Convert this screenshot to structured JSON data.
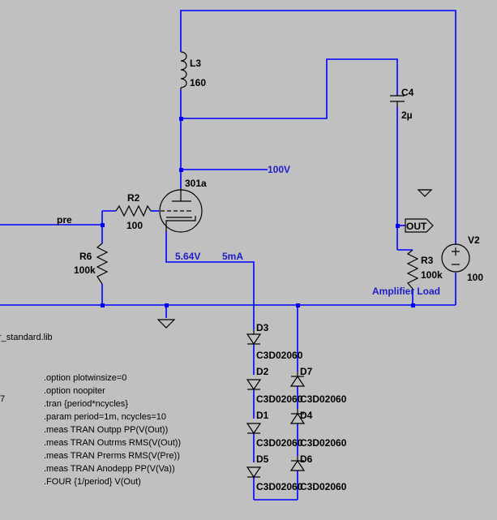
{
  "components": {
    "L3": {
      "ref": "L3",
      "value": "160"
    },
    "C4": {
      "ref": "C4",
      "value": "2µ"
    },
    "tube": {
      "ref": "301a"
    },
    "R2": {
      "ref": "R2",
      "value": "100"
    },
    "R6": {
      "ref": "R6",
      "value": "100k"
    },
    "R3": {
      "ref": "R3",
      "value": "100k"
    },
    "V2": {
      "ref": "V2",
      "value": "100"
    },
    "D3": {
      "ref": "D3",
      "value": "C3D02060"
    },
    "D2": {
      "ref": "D2",
      "value": "C3D02060"
    },
    "D1": {
      "ref": "D1",
      "value": "C3D02060"
    },
    "D5": {
      "ref": "D5",
      "value": "C3D02060"
    },
    "D7": {
      "ref": "D7",
      "value": "C3D02060"
    },
    "D4": {
      "ref": "D4",
      "value": "C3D02060"
    },
    "D6": {
      "ref": "D6",
      "value": "C3D02060"
    }
  },
  "net_labels": {
    "v100": "100V",
    "pre": "pre",
    "v564": "5.64V",
    "ma5": "5mA",
    "amp_load": "Amplifier Load",
    "out_port": "OUT"
  },
  "library_text": "r_standard.lib",
  "partial_digit": "7",
  "directives": [
    ".option plotwinsize=0",
    ".option noopiter",
    ".tran {period*ncycles}",
    ".param period=1m, ncycles=10",
    ".meas TRAN Outpp PP(V(Out))",
    ".meas TRAN Outrms RMS(V(Out))",
    ".meas TRAN Prerms RMS(V(Pre))",
    ".meas TRAN Anodepp PP(V(Va))",
    ".FOUR {1/period} V(Out)"
  ],
  "colors": {
    "background": "#c0c0c0",
    "wire": "#0000ff",
    "net_label": "#1d1dc8",
    "component": "#000000"
  }
}
